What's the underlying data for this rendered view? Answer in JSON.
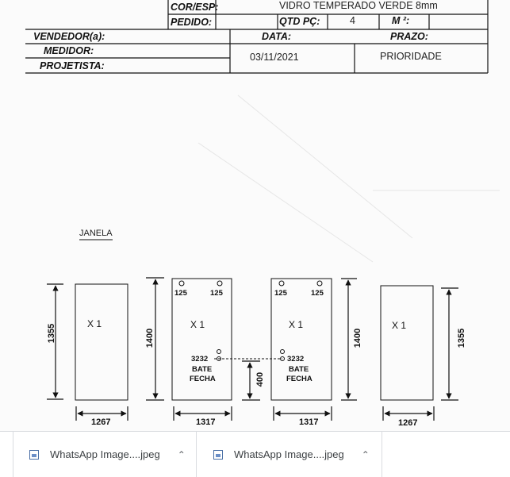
{
  "header": {
    "cor_esp_label": "COR/ESP:",
    "cor_esp_value": "VIDRO TEMPERADO VERDE 8mm",
    "pedido_label": "PEDIDO:",
    "qtd_label": "QTD PÇ:",
    "qtd_value": "4",
    "m2_label": "M ²:",
    "vendedor_label": "VENDEDOR(a):",
    "medidor_label": "MEDIDOR:",
    "projetista_label": "PROJETISTA:",
    "data_label": "DATA:",
    "data_value": "03/11/2021",
    "prazo_label": "PRAZO:",
    "prioridade_label": "PRIORIDADE"
  },
  "section_title": "JANELA",
  "pieces": [
    {
      "qty": "X 1",
      "width": "1267",
      "height": "1355"
    },
    {
      "qty": "X 1",
      "width": "1317",
      "height": "1400",
      "hole_left": "125",
      "hole_right": "125",
      "lock_code": "3232",
      "lock_line1": "BATE",
      "lock_line2": "FECHA",
      "offset": "400"
    },
    {
      "qty": "X 1",
      "width": "1317",
      "height": "1400",
      "hole_left": "125",
      "hole_right": "125",
      "lock_code": "3232",
      "lock_line1": "BATE",
      "lock_line2": "FECHA"
    },
    {
      "qty": "X 1",
      "width": "1267",
      "height": "1355"
    }
  ],
  "downloads": [
    {
      "name": "WhatsApp Image....jpeg",
      "icon": "image-file-icon"
    },
    {
      "name": "WhatsApp Image....jpeg",
      "icon": "image-file-icon"
    }
  ]
}
